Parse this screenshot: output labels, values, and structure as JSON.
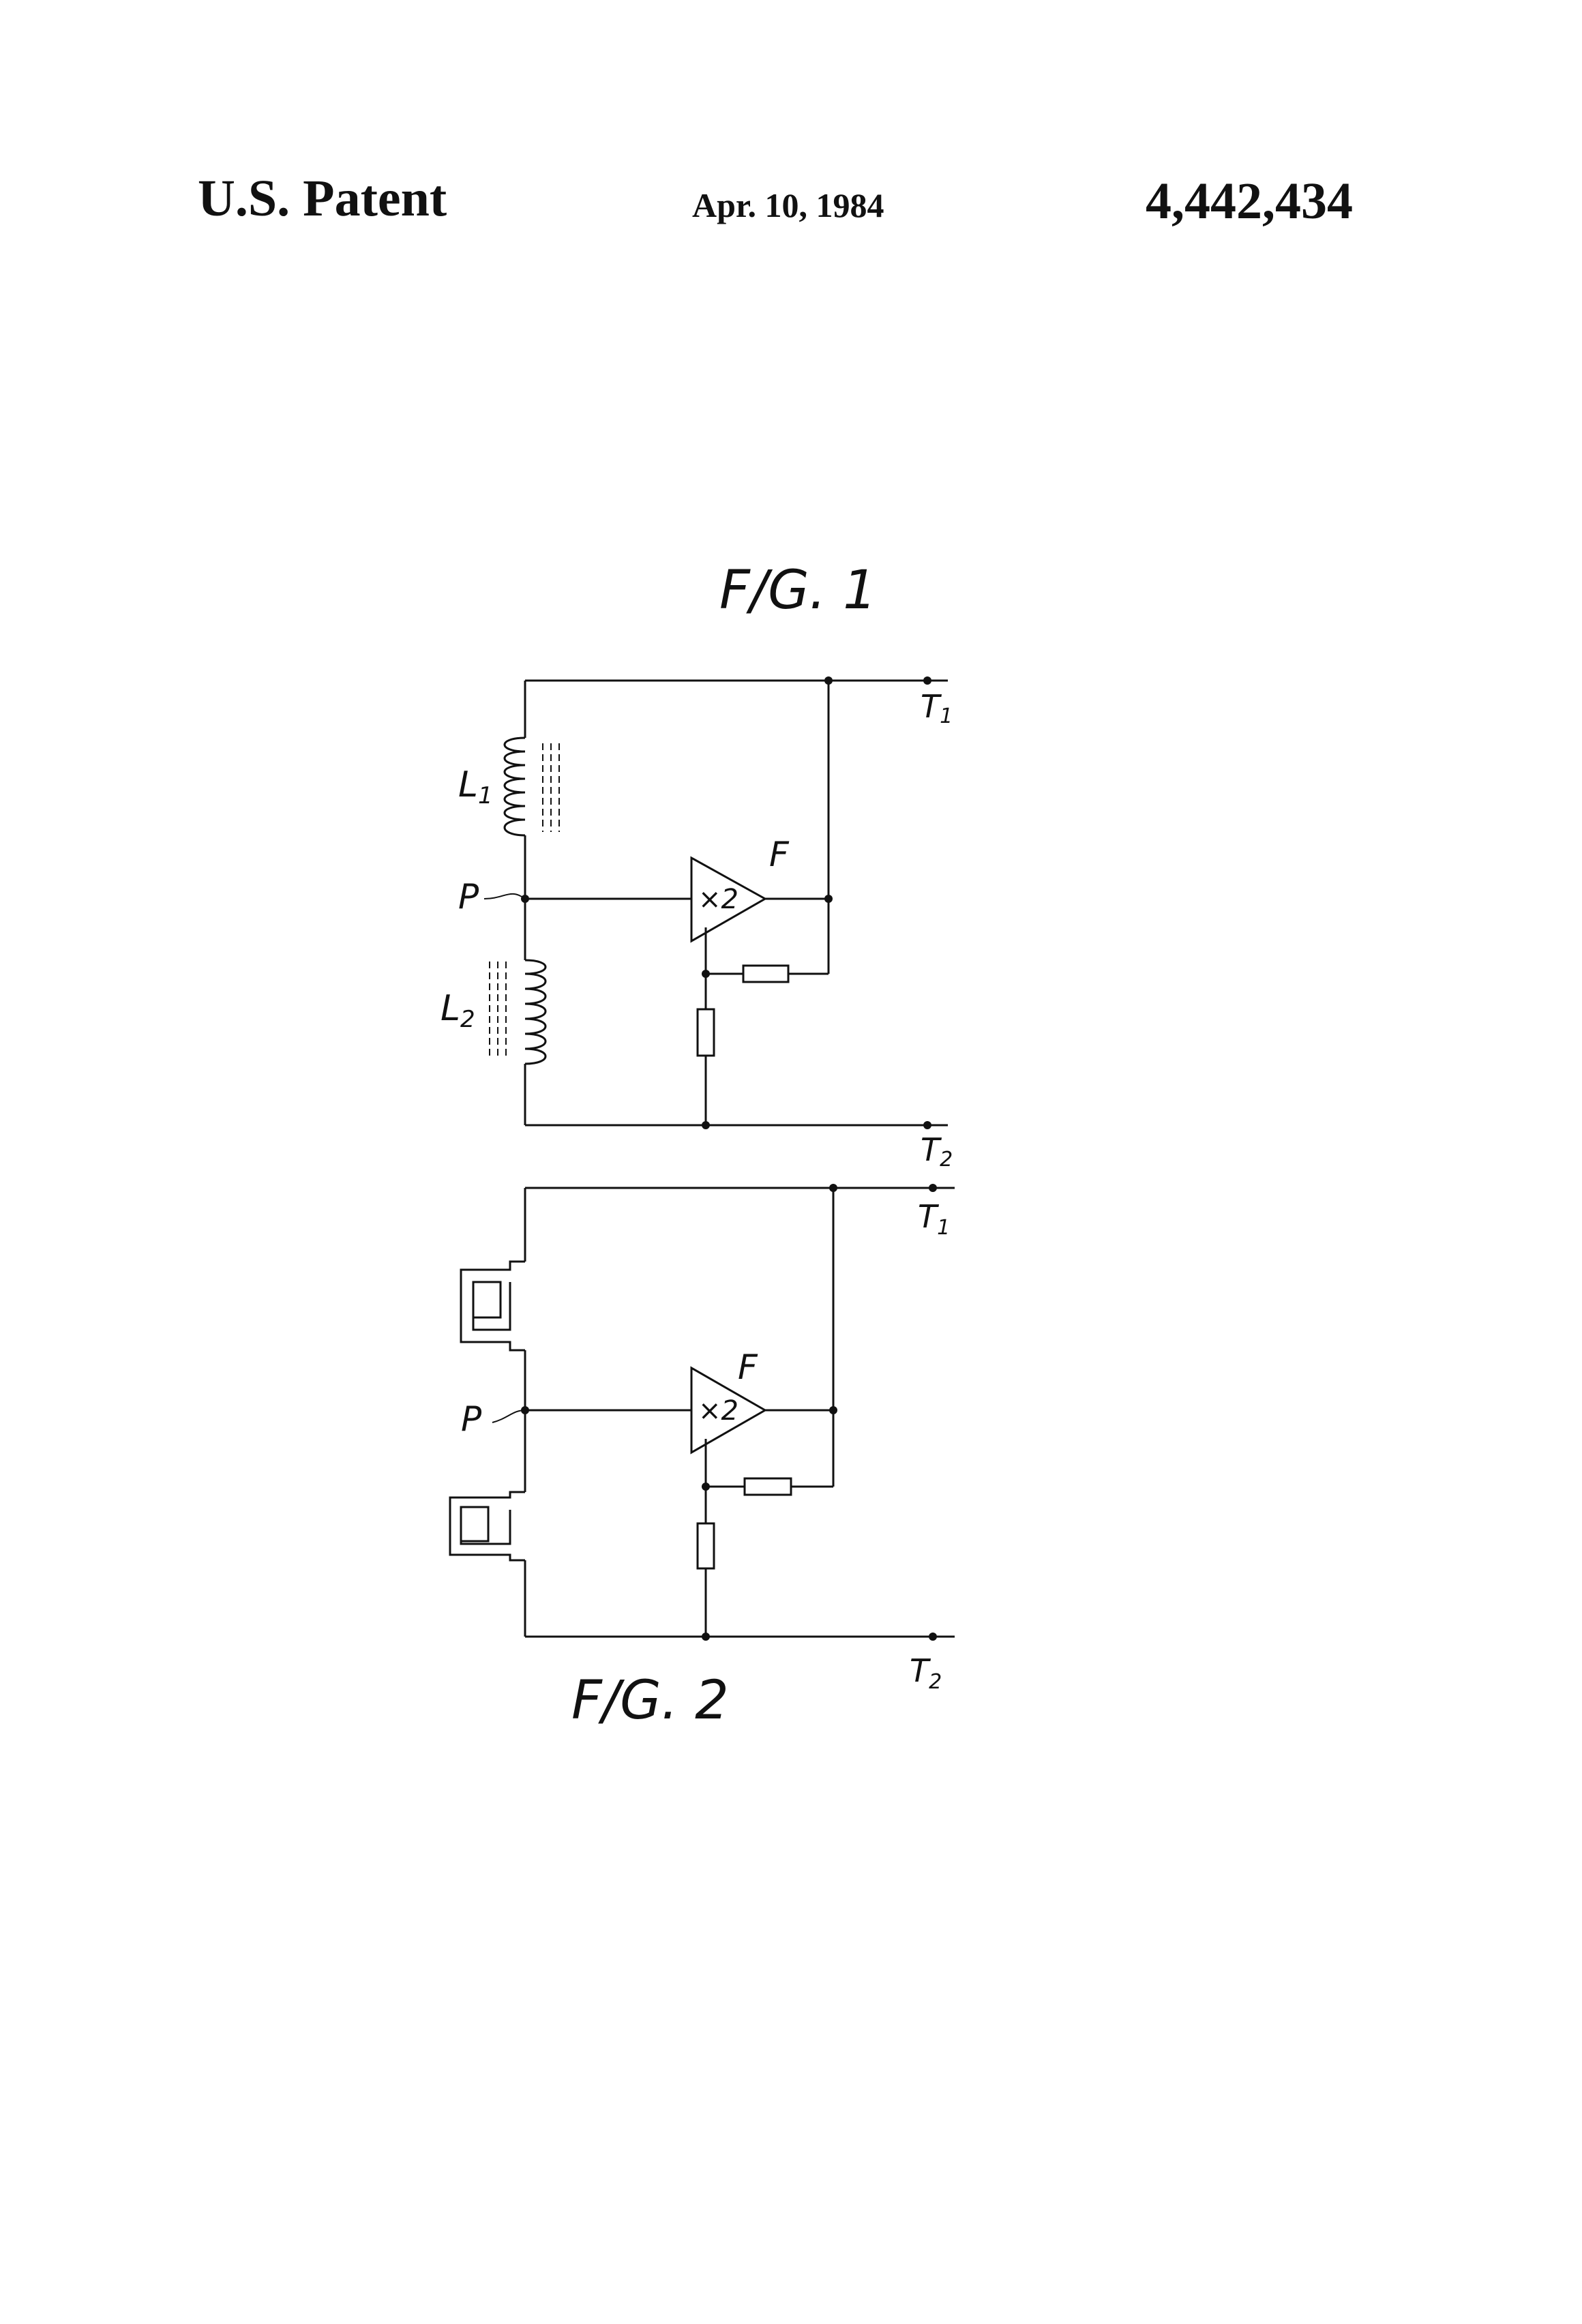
{
  "header": {
    "left": "U.S. Patent",
    "date": "Apr. 10, 1984",
    "number": "4,442,434"
  },
  "fig1": {
    "title": "F/G. 1",
    "amp_name": "F",
    "amp_gain": "×2",
    "coil_top": "L",
    "coil_top_sub": "1",
    "coil_bottom": "L",
    "coil_bottom_sub": "2",
    "node": "P",
    "terminal_top": "T",
    "terminal_top_sub": "1",
    "terminal_bottom": "T",
    "terminal_bottom_sub": "2"
  },
  "fig2": {
    "title": "F/G. 2",
    "amp_name": "F",
    "amp_gain": "×2",
    "node": "P",
    "terminal_top": "T",
    "terminal_top_sub": "1",
    "terminal_bottom": "T",
    "terminal_bottom_sub": "2"
  }
}
